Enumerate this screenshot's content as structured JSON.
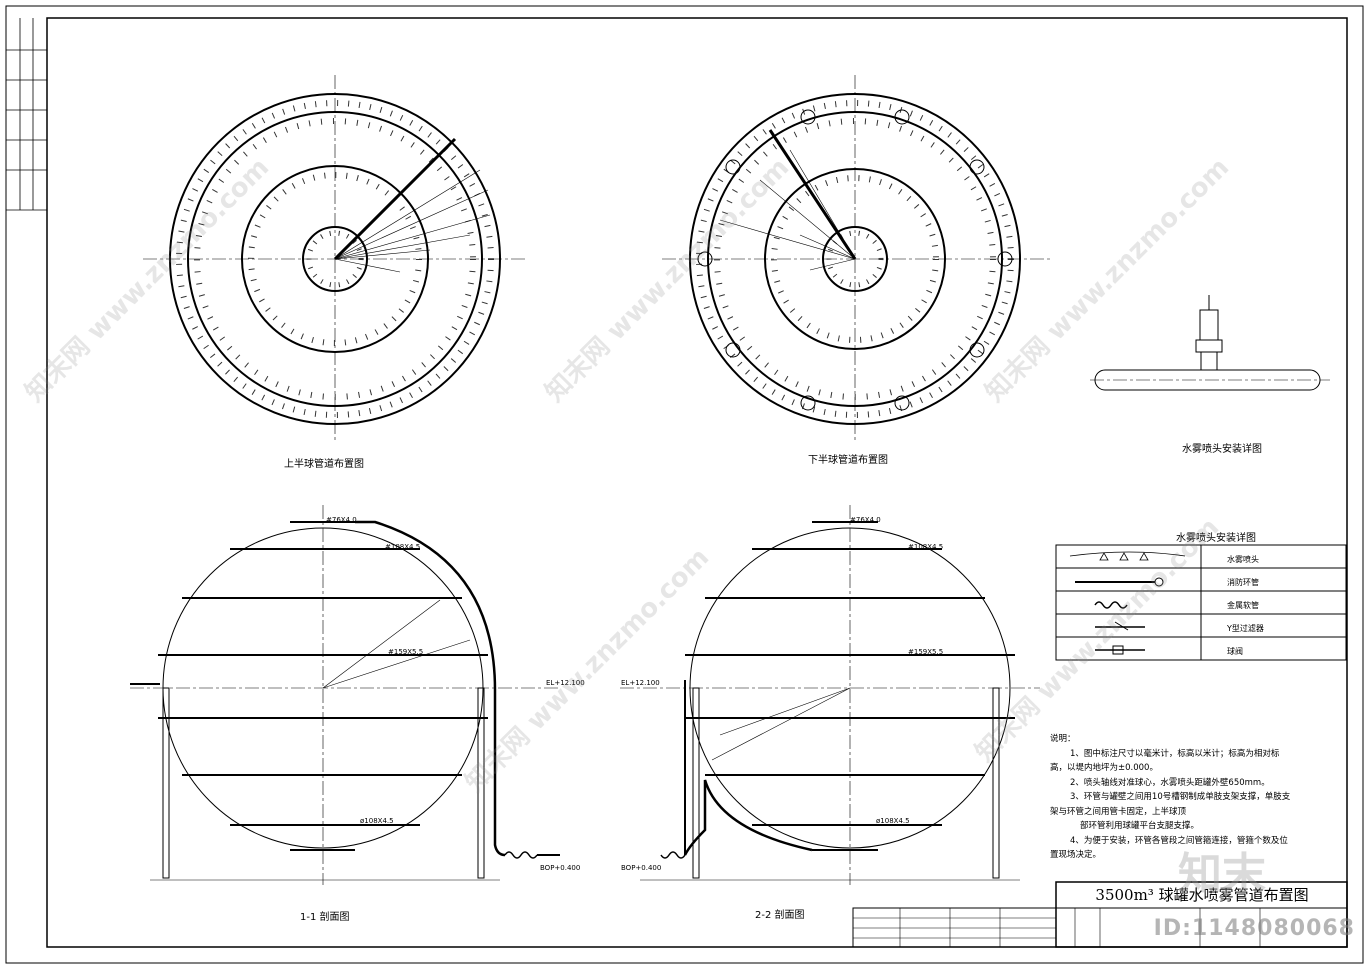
{
  "views": {
    "upper_plan": "上半球管道布置图",
    "lower_plan": "下半球管道布置图",
    "section_1": "1-1 剖面图",
    "section_2": "2-2 剖面图",
    "nozzle_detail": "水雾喷头安装详图"
  },
  "legend": {
    "title": "水雾喷头安装详图",
    "items": [
      "水雾喷头",
      "消防环管",
      "金属软管",
      "Y型过滤器",
      "球阀"
    ]
  },
  "notes": {
    "heading": "说明：",
    "lines": [
      "1、图中标注尺寸以毫米计，标高以米计；标高为相对标",
      "高，以堤内地坪为±0.000。",
      "2、喷头轴线对准球心，水雾喷头距罐外壁650mm。",
      "3、环管与罐壁之间用10号槽钢制成单肢支架支撑，单肢支",
      "架与环管之间用管卡固定，上半球顶",
      "部环管利用球罐平台支腿支撑。",
      "4、为便于安装，环管各管段之间管箍连接，管箍个数及位",
      "置现场决定。"
    ]
  },
  "section_labels": {
    "el_top": "EL+12.100",
    "el_bottom": "BOP+0.400",
    "pipe_76": "#76X4.0",
    "pipe_108": "#108X4.5",
    "pipe_159": "#159X5.5",
    "pipe_108b": "ø108X4.5"
  },
  "title_block": {
    "title": "3500m³ 球罐水喷雾管道布置图"
  },
  "watermark": {
    "id": "ID:1148080068",
    "logo": "知末",
    "site": "知末网 www.znzmo.com"
  }
}
